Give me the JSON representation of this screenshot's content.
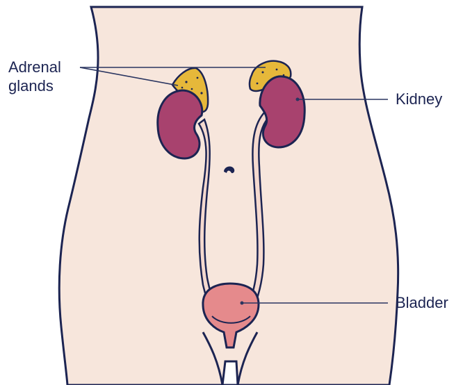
{
  "labels": {
    "adrenal_line1": "Adrenal",
    "adrenal_line2": "glands",
    "kidney": "Kidney",
    "bladder": "Bladder"
  },
  "colors": {
    "skin": "#f7e6dc",
    "outline": "#1c2452",
    "kidney": "#a8426e",
    "adrenal": "#e6b83a",
    "bladder": "#e58a8c",
    "ureter": "#f4d9cf"
  }
}
